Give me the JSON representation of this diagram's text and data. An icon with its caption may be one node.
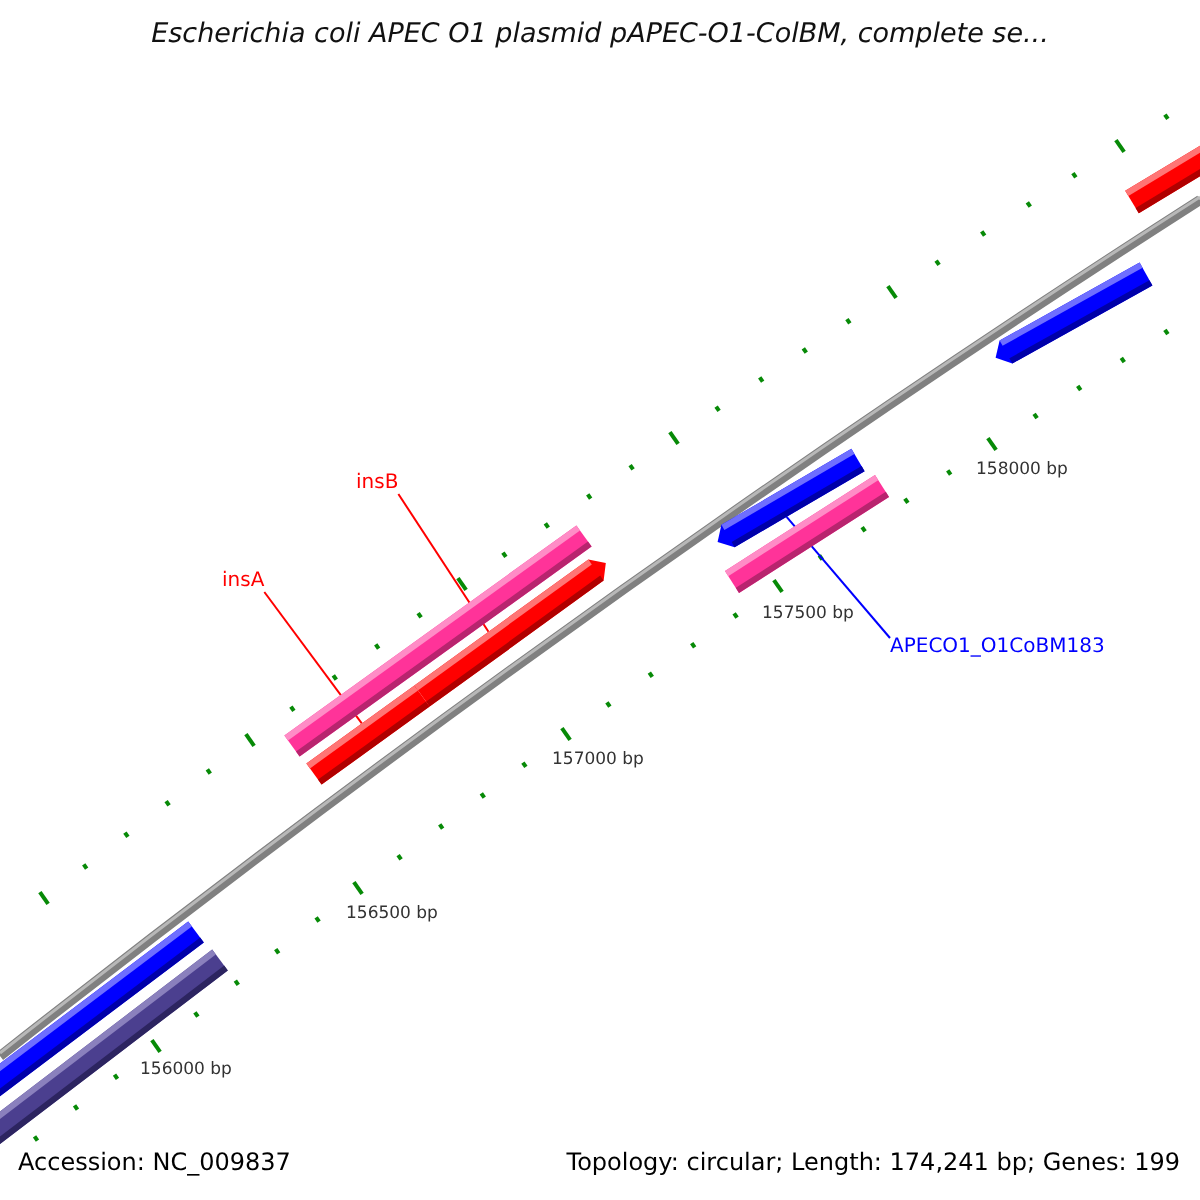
{
  "diagram": {
    "title": "Escherichia coli APEC O1 plasmid pAPEC-O1-ColBM, complete se...",
    "nodes": [
      {
        "text": [
          "insB"
        ]
      },
      {
        "text": [
          "insA"
        ]
      },
      {
        "text": [
          "APECO1_O1CoBM183"
        ]
      },
      {
        "text": [],
        "shape": "bar"
      },
      {
        "text": [],
        "shape": "bar"
      },
      {
        "text": [],
        "shape": "bar"
      },
      {
        "text": [],
        "shape": "bar"
      },
      {
        "text": [],
        "shape": "bar"
      },
      {
        "text": [],
        "shape": "bar"
      },
      {
        "text": [],
        "shape": "bar"
      },
      {
        "text": [],
        "shape": "bar"
      },
      {
        "text": [],
        "shape": "bar"
      }
    ],
    "edges": [
      {
        "from": 0,
        "to": 9,
        "arrow": "none"
      },
      {
        "from": 1,
        "to": 8,
        "arrow": "none"
      },
      {
        "from": 2,
        "to": 5,
        "arrow": "none",
        "color": "#0000ff"
      }
    ],
    "labels": [
      "158000 bp",
      "157500 bp",
      "157000 bp",
      "156500 bp",
      "156000 bp",
      "Accession: NC_009837",
      "Topology: circular; Length: 174,241 bp; Genes: 199"
    ]
  }
}
